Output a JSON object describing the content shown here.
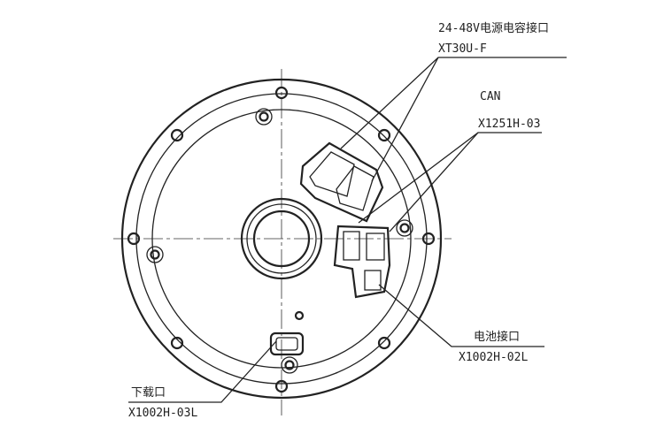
{
  "labels": {
    "power": {
      "name": "24-48V电源电容接口",
      "part": "XT30U-F"
    },
    "can": {
      "name": "CAN",
      "part": "X1251H-03"
    },
    "battery": {
      "name": "电池接口",
      "part": "X1002H-02L"
    },
    "download": {
      "name": "下载口",
      "part": "X1002H-03L"
    }
  }
}
